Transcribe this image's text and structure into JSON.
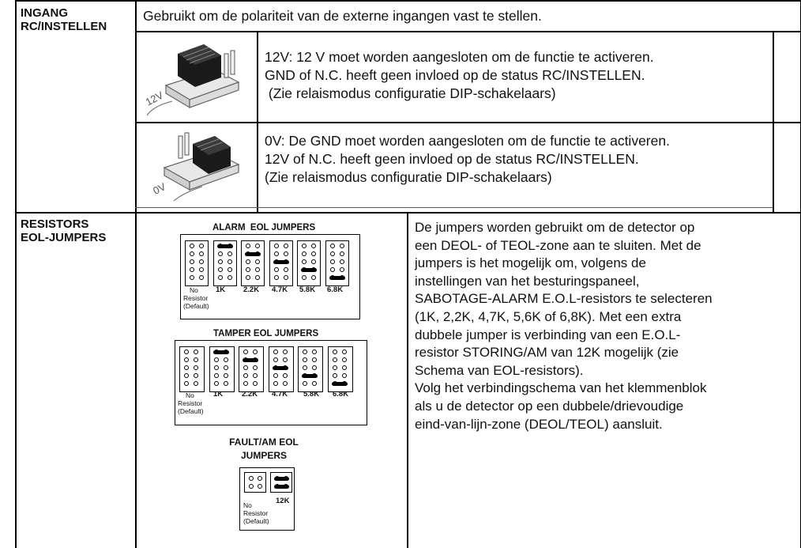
{
  "rows": {
    "ingang": {
      "header": [
        "INGANG",
        "RC/INSTELLEN"
      ],
      "intro": "Gebruikt om de polariteit van de externe ingangen vast te stellen.",
      "option_12v": {
        "image_label": "12V",
        "lines": [
          "12V: 12 V moet worden aangesloten om de functie te activeren.",
          "GND of N.C. heeft geen invloed op de status RC/INSTELLEN.",
          " (Zie relaismodus configuratie DIP-schakelaars)"
        ]
      },
      "option_0v": {
        "image_label": "0V",
        "lines": [
          "0V: De GND moet worden aangesloten om de functie te activeren.",
          "12V of N.C. heeft geen invloed op de status RC/INSTELLEN.",
          "(Zie relaismodus configuratie DIP-schakelaars)"
        ]
      }
    },
    "resistors": {
      "header": [
        "RESISTORS",
        "EOL-JUMPERS"
      ],
      "diagram": {
        "alarm_title": "ALARM  EOL JUMPERS",
        "tamper_title": "TAMPER EOL JUMPERS",
        "fault_title": [
          "FAULT/AM EOL",
          "JUMPERS"
        ],
        "value_labels": [
          "1K",
          "2.2K",
          "4.7K",
          "5.8K",
          "6.8K"
        ],
        "fault_label": "12K",
        "no_resistor": [
          "No",
          "Resistor",
          "(Default)"
        ]
      },
      "description": [
        "De jumpers worden gebruikt om de detector op",
        "een DEOL- of TEOL-zone aan te sluiten. Met de",
        "jumpers is het mogelijk om, volgens de",
        "instellingen van het besturingspaneel,",
        "SABOTAGE-ALARM E.O.L-resistors te selecteren",
        "(1K, 2,2K, 4,7K, 5,6K of 6,8K). Met een extra",
        "dubbele jumper is verbinding van een E.O.L-",
        "resistor STORING/AM van 12K mogelijk (zie",
        "Schema van EOL-resistors).",
        "Volg het verbindingschema van het klemmenblok",
        "als u de detector op een dubbele/drievoudige",
        "eind-van-lijn-zone (DEOL/TEOL) aansluit."
      ]
    }
  }
}
